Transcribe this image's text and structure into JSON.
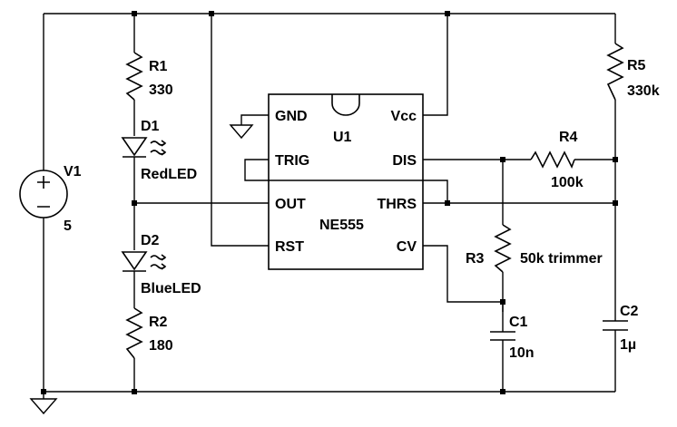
{
  "ic": {
    "ref": "U1",
    "type": "NE555",
    "pins": {
      "gnd": "GND",
      "vcc": "Vcc",
      "trig": "TRIG",
      "dis": "DIS",
      "out": "OUT",
      "thrs": "THRS",
      "rst": "RST",
      "cv": "CV"
    }
  },
  "components": {
    "v1": {
      "ref": "V1",
      "value": "5"
    },
    "r1": {
      "ref": "R1",
      "value": "330"
    },
    "d1": {
      "ref": "D1",
      "value": "RedLED"
    },
    "d2": {
      "ref": "D2",
      "value": "BlueLED"
    },
    "r2": {
      "ref": "R2",
      "value": "180"
    },
    "r3": {
      "ref": "R3",
      "value": "50k trimmer"
    },
    "r4": {
      "ref": "R4",
      "value": "100k"
    },
    "r5": {
      "ref": "R5",
      "value": "330k"
    },
    "c1": {
      "ref": "C1",
      "value": "10n"
    },
    "c2": {
      "ref": "C2",
      "value": "1µ"
    }
  }
}
